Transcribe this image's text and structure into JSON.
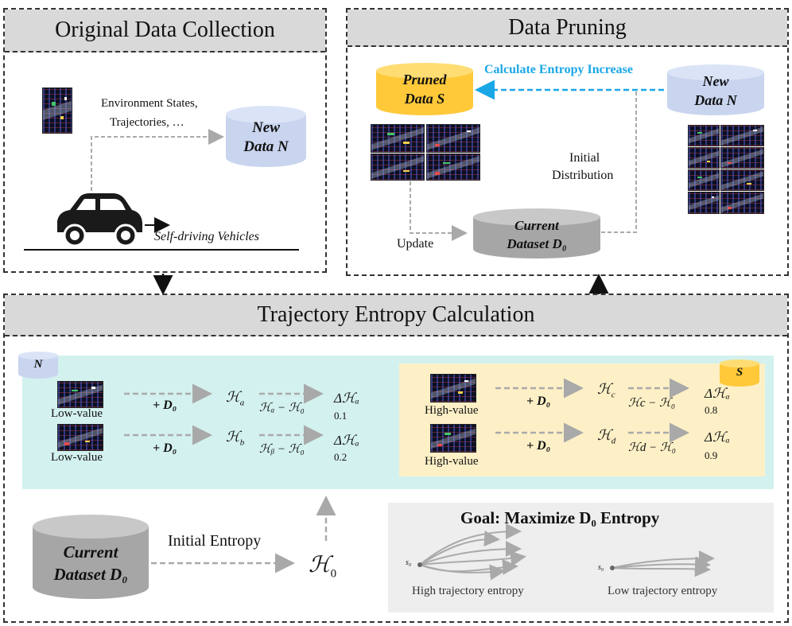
{
  "panels": {
    "collection": "Original Data Collection",
    "pruning": "Data Pruning",
    "entropy": "Trajectory Entropy Calculation"
  },
  "collection": {
    "env_text_1": "Environment States,",
    "env_text_2": "Trajectories, …",
    "new_data_1": "New",
    "new_data_2": "Data N",
    "vehicle_label": "Self-driving Vehicles"
  },
  "pruning": {
    "pruned_1": "Pruned",
    "pruned_2": "Data S",
    "calc_label": "Calculate Entropy Increase",
    "new_data_1": "New",
    "new_data_2": "Data N",
    "initial_1": "Initial",
    "initial_2": "Distribution",
    "current_1": "Current",
    "current_2": "Dataset D₀",
    "update": "Update"
  },
  "entropy": {
    "n_badge": "N",
    "s_badge": "S",
    "rows_left": [
      {
        "label": "Low-value",
        "plus": "+ D₀",
        "h": "ℋ",
        "hsub": "a",
        "diff": "ℋₐ − ℋ₀",
        "delta": "Δℋₐ",
        "value": "0.1"
      },
      {
        "label": "Low-value",
        "plus": "+ D₀",
        "h": "ℋ",
        "hsub": "b",
        "diff": "ℋᵦ − ℋ₀",
        "delta": "Δℋₐ",
        "value": "0.2"
      }
    ],
    "rows_right": [
      {
        "label": "High-value",
        "plus": "+ D₀",
        "h": "ℋ",
        "hsub": "c",
        "diff": "ℋc − ℋ₀",
        "delta": "Δℋₐ",
        "value": "0.8"
      },
      {
        "label": "High-value",
        "plus": "+ D₀",
        "h": "ℋ",
        "hsub": "d",
        "diff": "ℋd − ℋ₀",
        "delta": "Δℋₐ",
        "value": "0.9"
      }
    ],
    "current_1": "Current",
    "current_2": "Dataset D₀",
    "initial_entropy": "Initial Entropy",
    "h0": "ℋ",
    "h0_sub": "0",
    "goal": "Goal: Maximize D₀ Entropy",
    "s0_a": "s₀",
    "s0_b": "s₀",
    "high_traj": "High trajectory entropy",
    "low_traj": "Low trajectory entropy"
  },
  "colors": {
    "panel_head": "#d9d9d9",
    "blue_cyl": "#c9d5ef",
    "yellow_cyl": "#ffd35a",
    "gray_cyl": "#a6a6a6",
    "teal_region": "#d3f1ee",
    "yellow_region": "#fdf0c7",
    "calc_arrow": "#1aa7e6",
    "goal_box": "#eeeeee"
  }
}
